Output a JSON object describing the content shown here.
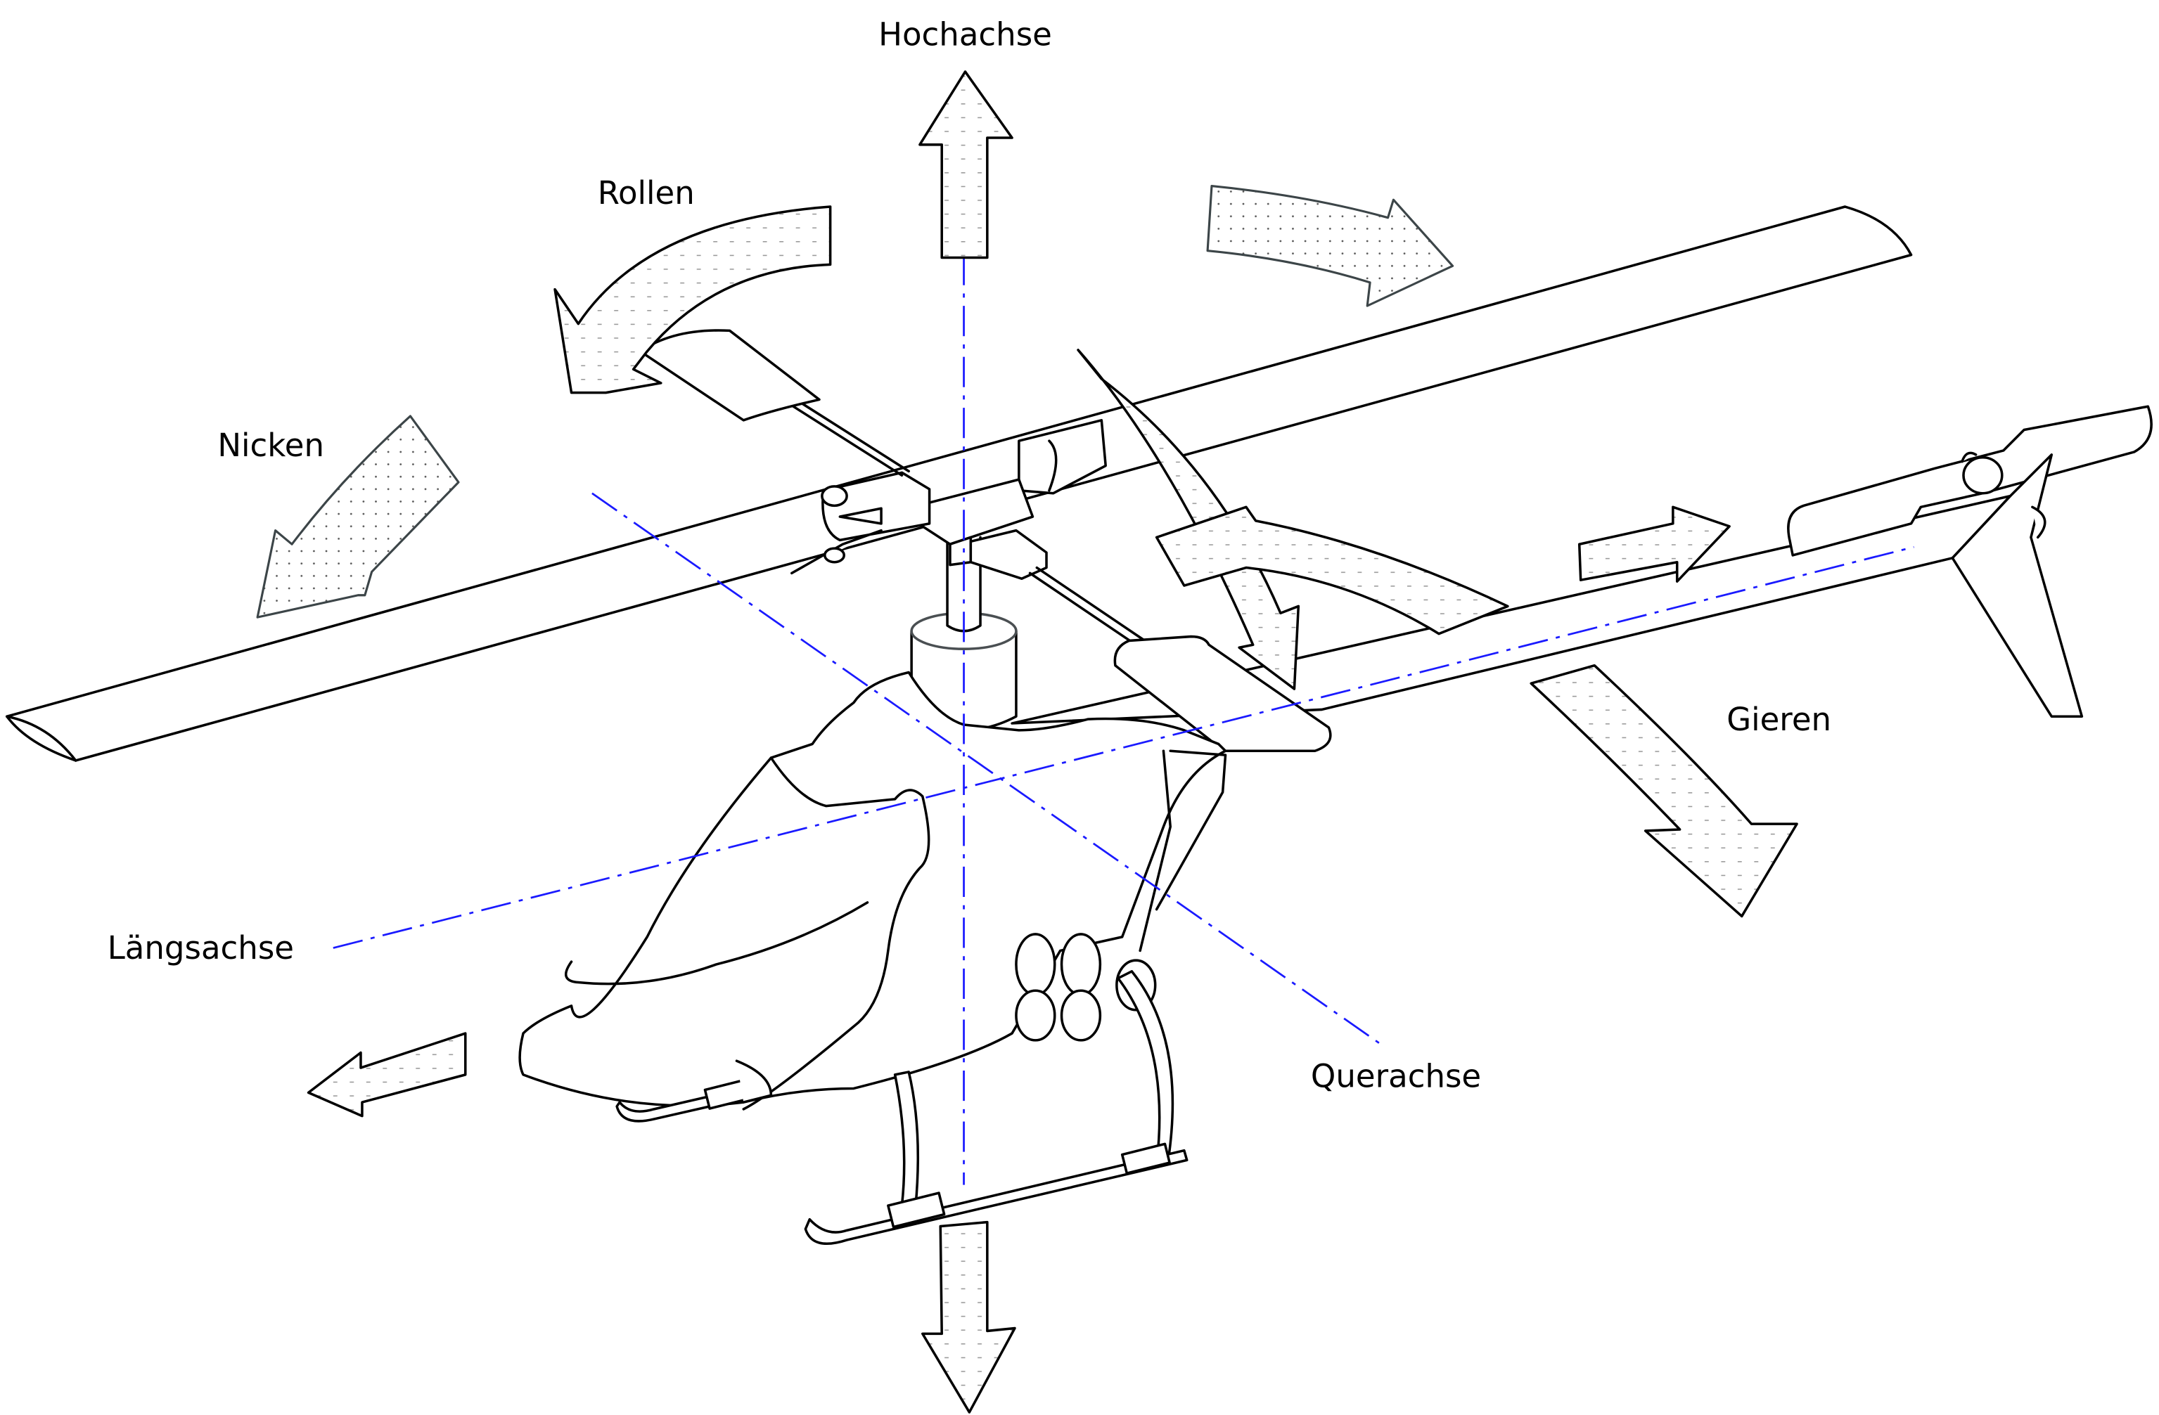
{
  "diagram": {
    "title": "Helicopter flight axes and rotations",
    "axis_color": "#1a1aff",
    "line_color": "#000000",
    "labels": {
      "vertical_axis": "Hochachse",
      "longitudinal_axis": "Längsachse",
      "lateral_axis": "Querachse",
      "roll": "Rollen",
      "pitch": "Nicken",
      "yaw": "Gieren"
    },
    "axes": [
      {
        "id": "vertical",
        "label": "Hochachse"
      },
      {
        "id": "longitudinal",
        "label": "Längsachse"
      },
      {
        "id": "lateral",
        "label": "Querachse"
      }
    ],
    "rotations": [
      {
        "id": "roll",
        "label": "Rollen"
      },
      {
        "id": "pitch",
        "label": "Nicken"
      },
      {
        "id": "yaw",
        "label": "Gieren"
      }
    ],
    "components": [
      "main-rotor",
      "flybar-paddles",
      "rotor-head",
      "canopy",
      "landing-skids",
      "tail-boom",
      "tail-rotor",
      "vertical-fin"
    ]
  }
}
